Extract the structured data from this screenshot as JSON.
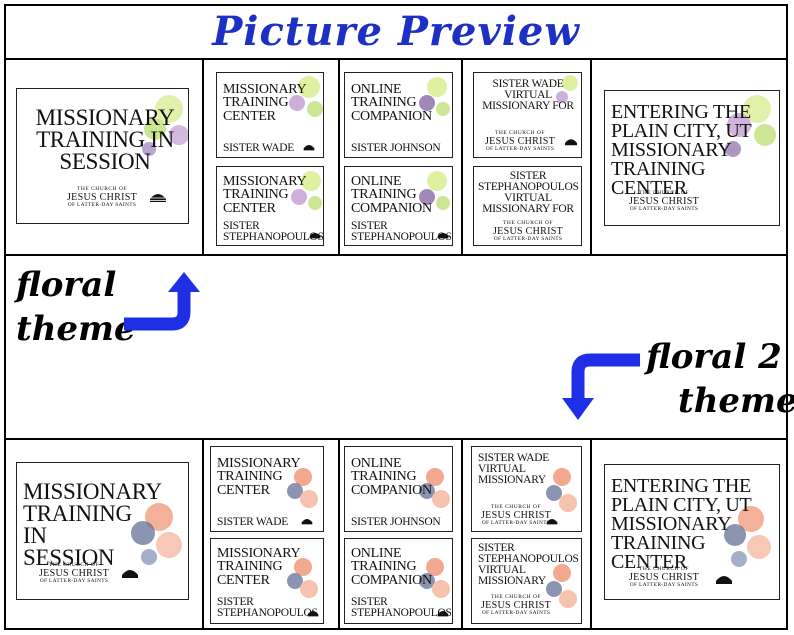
{
  "title": "Picture Preview",
  "labels": {
    "floral": "floral",
    "theme": "theme",
    "floral2": "floral 2",
    "theme2": "theme"
  },
  "colors": {
    "title": "#1d2fc4",
    "arrow": "#1f2fe6",
    "floral1_green": "#cfe88a",
    "floral1_purple": "#8b6aa8",
    "floral2_peach": "#f3a98f",
    "floral2_navy": "#5a6690"
  },
  "logo": {
    "line1": "THE CHURCH OF",
    "line2": "JESUS CHRIST",
    "line3": "OF LATTER-DAY SAINTS"
  },
  "cards": {
    "in_session": "Missionary Training in Session",
    "mtc_wade": {
      "title": "Missionary Training Center",
      "name": "Sister Wade"
    },
    "mtc_steph": {
      "title": "Missionary Training Center",
      "name": "Sister Stephanopoulos"
    },
    "online_johnson": {
      "title": "Online Training Companion",
      "name": "Sister Johnson"
    },
    "online_steph": {
      "title": "Online Training Companion",
      "name": "Sister Stephanopoulos"
    },
    "virtual_wade_1": "Sister Wade Virtual Missionary for",
    "virtual_steph_1": "Sister Stephanopoulos Virtual Missionary for",
    "virtual_wade_2": "Sister Wade Virtual Missionary",
    "virtual_steph_2": "Sister Stephanopoulos Virtual Missionary",
    "entering": "Entering the Plain City, UT Missionary Training Center"
  }
}
